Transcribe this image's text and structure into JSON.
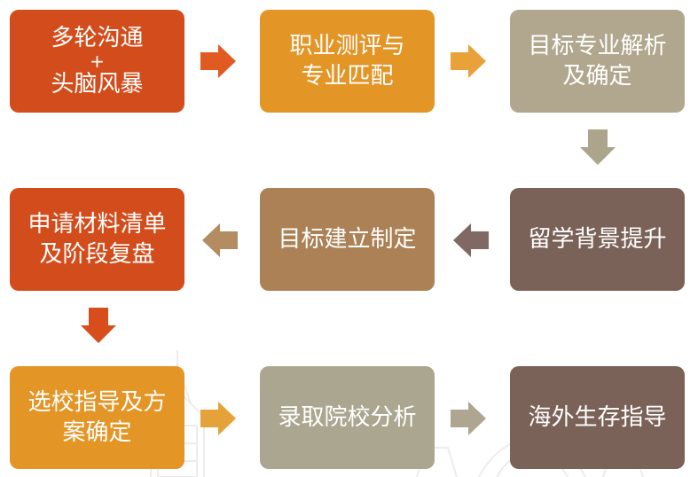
{
  "colors": {
    "red": "#d24d1b",
    "orange": "#e39526",
    "gray": "#b1a78e",
    "tan": "#ab8155",
    "brown": "#7b6258",
    "light_gray": "#aba68f"
  },
  "steps": [
    {
      "lines": [
        "多轮沟通",
        "+",
        "头脑风暴"
      ]
    },
    {
      "lines": [
        "职业测评与",
        "专业匹配"
      ]
    },
    {
      "lines": [
        "目标专业解析",
        "及确定"
      ]
    },
    {
      "lines": [
        "留学背景提升"
      ]
    },
    {
      "lines": [
        "目标建立制定"
      ]
    },
    {
      "lines": [
        "申请材料清单",
        "及阶段复盘"
      ]
    },
    {
      "lines": [
        "选校指导及方",
        "案确定"
      ]
    },
    {
      "lines": [
        "录取院校分析"
      ]
    },
    {
      "lines": [
        "海外生存指导"
      ]
    }
  ],
  "arrows": [
    {
      "direction": "right",
      "color": "#e05a22"
    },
    {
      "direction": "right",
      "color": "#e9a23a"
    },
    {
      "direction": "down",
      "color": "#aca58c"
    },
    {
      "direction": "left",
      "color": "#806963"
    },
    {
      "direction": "left",
      "color": "#b38c62"
    },
    {
      "direction": "down",
      "color": "#d74d1c"
    },
    {
      "direction": "right",
      "color": "#e6a23a"
    },
    {
      "direction": "right",
      "color": "#aea691"
    }
  ]
}
